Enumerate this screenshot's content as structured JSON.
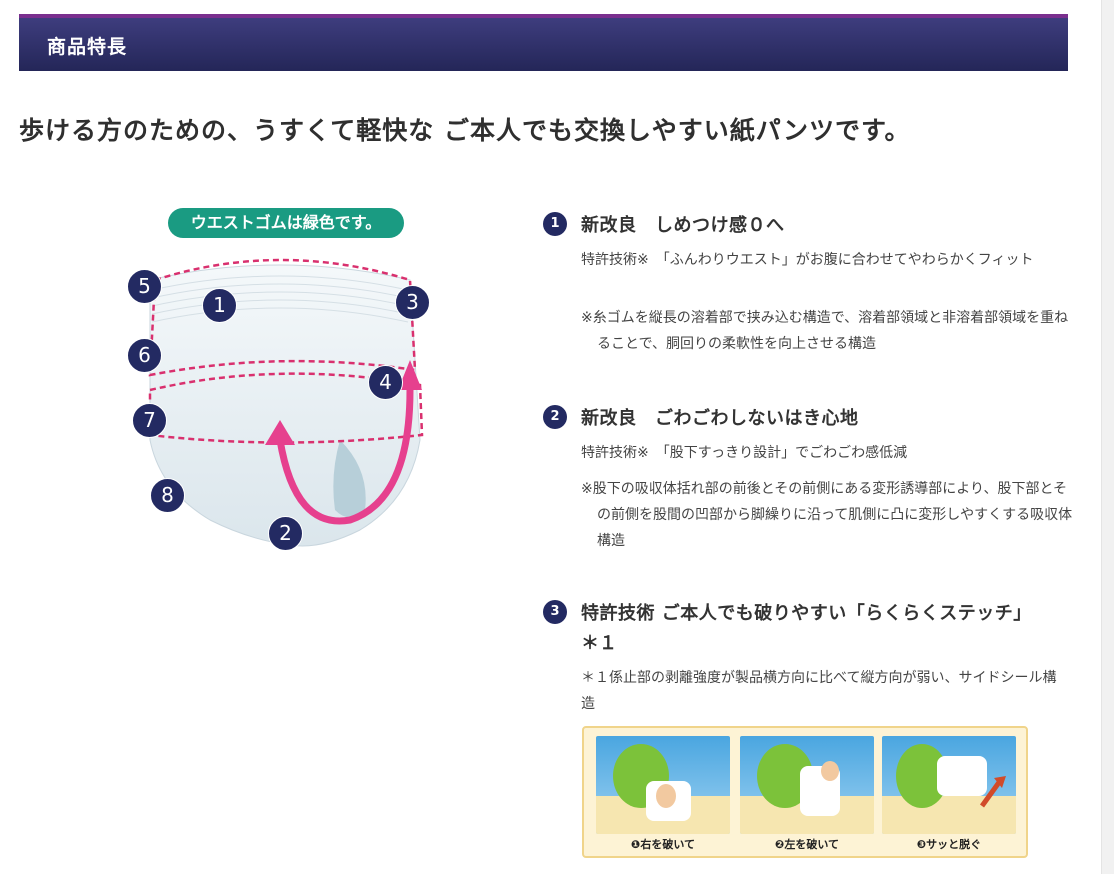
{
  "header": {
    "title": "商品特長"
  },
  "headline": "歩ける方のための、うすくて軽快な ご本人でも交換しやすい紙パンツです。",
  "figure": {
    "waist_badge": "ウエストゴムは緑色です。",
    "numbers": [
      "1",
      "2",
      "3",
      "4",
      "5",
      "6",
      "7",
      "8"
    ]
  },
  "features": [
    {
      "num": "1",
      "title": "新改良　しめつけ感０へ",
      "text1": "特許技術※　「ふんわりウエスト」がお腹に合わせてやわらかくフィット",
      "note": "※糸ゴムを縦長の溶着部で挟み込む構造で、溶着部領域と非溶着部領域を重ねることで、胴回りの柔軟性を向上させる構造"
    },
    {
      "num": "2",
      "title": "新改良　ごわごわしないはき心地",
      "text1": "特許技術※　「股下すっきり設計」でごわごわ感低減",
      "note": "※股下の吸収体括れ部の前後とその前側にある変形誘導部により、股下部とその前側を股間の凹部から脚繰りに沿って肌側に凸に変形しやすくする吸収体構造"
    },
    {
      "num": "3",
      "title": "特許技術 ご本人でも破りやすい「らくらくステッチ」",
      "title_cont": "＊１",
      "note": "＊１係止部の剥離強度が製品横方向に比べて縦方向が弱い、サイドシール構造"
    }
  ],
  "steps": [
    {
      "caption": "❶右を破いて"
    },
    {
      "caption": "❷左を破いて"
    },
    {
      "caption": "❸サッと脱ぐ"
    }
  ],
  "colors": {
    "header_bg": "#2f2f6c",
    "header_accent": "#7a2f8e",
    "num_icon": "#232a62",
    "badge_green": "#1a9b82",
    "arrow_pink": "#e6408e"
  }
}
